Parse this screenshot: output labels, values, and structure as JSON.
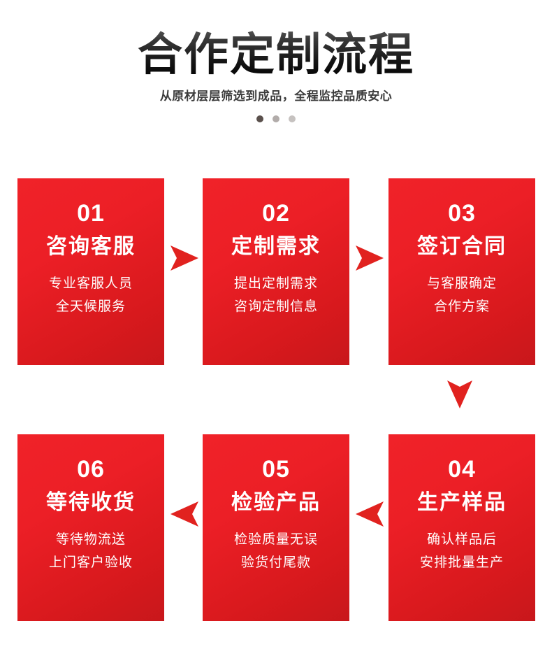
{
  "header": {
    "title": "合作定制流程",
    "subtitle": "从原材层层筛选到成品，全程监控品质安心",
    "dots": [
      "dot-active",
      "dot-inactive",
      "dot-inactive"
    ]
  },
  "colors": {
    "card_red_light": "#f02229",
    "card_red_dark": "#c8171b",
    "arrow_red": "#e1221f",
    "title_gradient_top": "#5c5c5c",
    "title_gradient_bottom": "#000000",
    "subtitle": "#3c3c3c",
    "dot_active": "#5a504c",
    "dot_inactive_1": "#b2acaa",
    "dot_inactive_2": "#c6c2c0",
    "background": "#ffffff"
  },
  "steps": [
    {
      "number": "01",
      "title": "咨询客服",
      "desc_line1": "专业客服人员",
      "desc_line2": "全天候服务"
    },
    {
      "number": "02",
      "title": "定制需求",
      "desc_line1": "提出定制需求",
      "desc_line2": "咨询定制信息"
    },
    {
      "number": "03",
      "title": "签订合同",
      "desc_line1": "与客服确定",
      "desc_line2": "合作方案"
    },
    {
      "number": "04",
      "title": "生产样品",
      "desc_line1": "确认样品后",
      "desc_line2": "安排批量生产"
    },
    {
      "number": "05",
      "title": "检验产品",
      "desc_line1": "检验质量无误",
      "desc_line2": "验货付尾款"
    },
    {
      "number": "06",
      "title": "等待收货",
      "desc_line1": "等待物流送",
      "desc_line2": "上门客户验收"
    }
  ],
  "connectors": [
    {
      "name": "arrow-right-01-to-02",
      "direction": "right"
    },
    {
      "name": "arrow-right-02-to-03",
      "direction": "right"
    },
    {
      "name": "arrow-down-03-to-04",
      "direction": "down"
    },
    {
      "name": "arrow-left-04-to-05",
      "direction": "left"
    },
    {
      "name": "arrow-left-05-to-06",
      "direction": "left"
    }
  ]
}
